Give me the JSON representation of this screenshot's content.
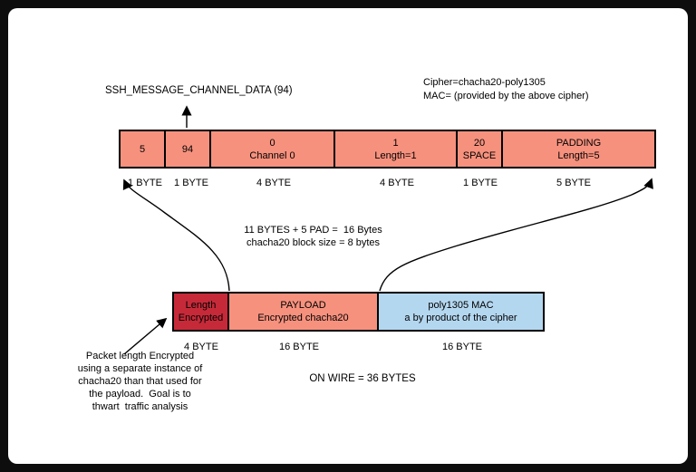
{
  "colors": {
    "frame_bg": "#0d0d0d",
    "canvas_bg": "#ffffff",
    "salmon": "#f6917e",
    "dark_red": "#c62a39",
    "light_blue": "#b4d7f0",
    "stroke": "#000000"
  },
  "header": {
    "message_label": "SSH_MESSAGE_CHANNEL_DATA (94)",
    "cipher_line1": "Cipher=chacha20-poly1305",
    "cipher_line2": "MAC= (provided by the above cipher)"
  },
  "packet_fields": {
    "cells": [
      {
        "line1": "5",
        "line2": "",
        "size": "1 BYTE"
      },
      {
        "line1": "94",
        "line2": "",
        "size": "1 BYTE"
      },
      {
        "line1": "0",
        "line2": "Channel 0",
        "size": "4 BYTE"
      },
      {
        "line1": "1",
        "line2": "Length=1",
        "size": "4 BYTE"
      },
      {
        "line1": "20",
        "line2": "SPACE",
        "size": "1 BYTE"
      },
      {
        "line1": "PADDING",
        "line2": "Length=5",
        "size": "5 BYTE"
      }
    ]
  },
  "wire_blocks": {
    "cells": [
      {
        "line1": "Length",
        "line2": "Encrypted",
        "size": "4 BYTE"
      },
      {
        "line1": "PAYLOAD",
        "line2": "Encrypted chacha20",
        "size": "16 BYTE"
      },
      {
        "line1": "poly1305 MAC",
        "line2": "a by product of the cipher",
        "size": "16 BYTE"
      }
    ]
  },
  "notes": {
    "pad_line1": "11 BYTES + 5 PAD =  16 Bytes",
    "pad_line2": "chacha20 block size = 8 bytes",
    "on_wire": "ON WIRE = 36 BYTES",
    "length_note": [
      "Packet length Encrypted",
      "using a separate instance of",
      "chacha20 than that used for",
      "the payload.  Goal is to",
      "thwart  traffic analysis"
    ]
  }
}
